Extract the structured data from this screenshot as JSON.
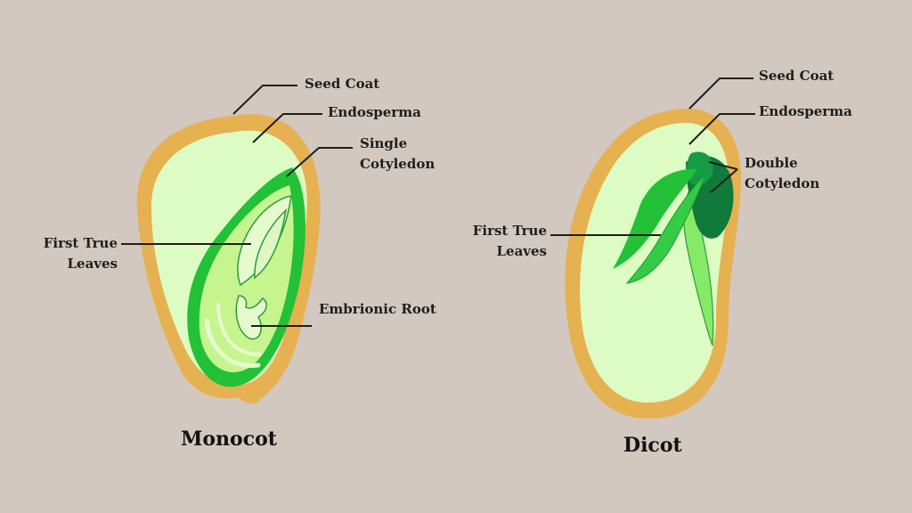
{
  "colors": {
    "background": "#d2c8bf",
    "seed_coat": "#e6b151",
    "endosperm": "#dcfcc3",
    "cotyledon_green": "#22c137",
    "light_green": "#86ea66",
    "dark_green": "#0f7a3a"
  },
  "monocot": {
    "title": "Monocot",
    "labels": {
      "seed_coat": "Seed Coat",
      "endosperma": "Endosperma",
      "cotyledon_line1": "Single",
      "cotyledon_line2": "Cotyledon",
      "leaves_line1": "First True",
      "leaves_line2": "Leaves",
      "root": "Embrionic Root"
    }
  },
  "dicot": {
    "title": "Dicot",
    "labels": {
      "seed_coat": "Seed Coat",
      "endosperma": "Endosperma",
      "cotyledon_line1": "Double",
      "cotyledon_line2": "Cotyledon",
      "leaves_line1": "First True",
      "leaves_line2": "Leaves"
    }
  }
}
